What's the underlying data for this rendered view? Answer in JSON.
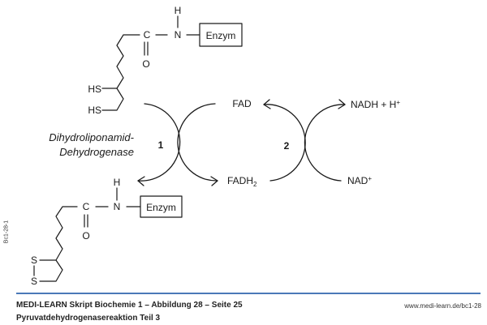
{
  "figure": {
    "code": "Bc1-28-1",
    "reduced_lipoamide": {
      "h": "H",
      "c": "C",
      "n": "N",
      "o": "O",
      "enzyme": "Enzym",
      "thiol_upper": "HS",
      "thiol_lower": "HS"
    },
    "oxidized_lipoamide": {
      "h": "H",
      "c": "C",
      "n": "N",
      "o": "O",
      "enzyme": "Enzym",
      "sulfur_upper": "S",
      "sulfur_lower": "S"
    },
    "enzyme_name": {
      "line1": "Dihydroliponamid-",
      "line2": "Dehydrogenase"
    },
    "reaction_1": {
      "number": "1"
    },
    "reaction_2": {
      "number": "2"
    },
    "fad": {
      "oxidized": "FAD",
      "reduced_base": "FADH",
      "reduced_subscript": "2"
    },
    "nad": {
      "reduced_base": "NADH + H",
      "reduced_superscript": "+",
      "oxidized_base": "NAD",
      "oxidized_superscript": "+"
    }
  },
  "footer": {
    "title": "MEDI-LEARN Skript Biochemie 1 – Abbildung 28 – Seite 25",
    "subtitle": "Pyruvatdehydrogenasereaktion Teil 3",
    "url": "www.medi-learn.de/bc1-28",
    "rule_color": "#4a79b8"
  }
}
